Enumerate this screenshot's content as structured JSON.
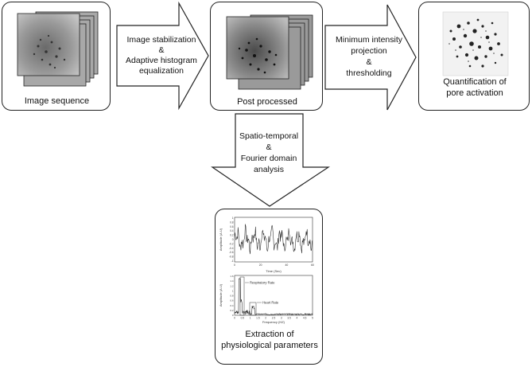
{
  "boxes": {
    "image_sequence": {
      "caption": "Image sequence"
    },
    "post_processed": {
      "caption": "Post processed"
    },
    "quantification": {
      "caption_line1": "Quantification of",
      "caption_line2": "pore activation"
    },
    "extraction": {
      "caption_line1": "Extraction of",
      "caption_line2": "physiological parameters"
    }
  },
  "arrows": {
    "stabilization": {
      "line1": "Image stabilization",
      "line2": "&",
      "line3": "Adaptive histogram",
      "line4": "equalization"
    },
    "projection": {
      "line1": "Minimum intensity",
      "line2": "projection",
      "line3": "&",
      "line4": "thresholding"
    },
    "spatio": {
      "line1": "Spatio-temporal",
      "line2": "&",
      "line3": "Fourier domain",
      "line4": "analysis"
    }
  },
  "time_plot": {
    "ylabel": "Amplitude (A.U)",
    "xlabel": "Time (Sec)",
    "y_ticks": [
      "1",
      "0.8",
      "0.6",
      "0.4",
      "0.2",
      "0",
      "-0.2",
      "-0.4",
      "-0.6",
      "-0.8",
      "-1"
    ],
    "x_ticks": [
      "0",
      "20",
      "40",
      "60"
    ]
  },
  "freq_plot": {
    "ylabel": "Amplitude (A.U)",
    "xlabel": "Frequency (HZ)",
    "y_ticks": [
      "1.6",
      "1.4",
      "1.2",
      "1",
      "0.8",
      "0.6",
      "0.4",
      "0.2",
      "0"
    ],
    "x_ticks": [
      "0",
      "0.5",
      "1",
      "1.5",
      "2",
      "2.5",
      "3",
      "3.5",
      "4",
      "4.5",
      "5"
    ],
    "annotation_respiratory": "Respiratory Rate",
    "annotation_heart": "Heart Rate"
  },
  "colors": {
    "stroke": "#222222",
    "frame_fill": "#8a8a8a"
  }
}
